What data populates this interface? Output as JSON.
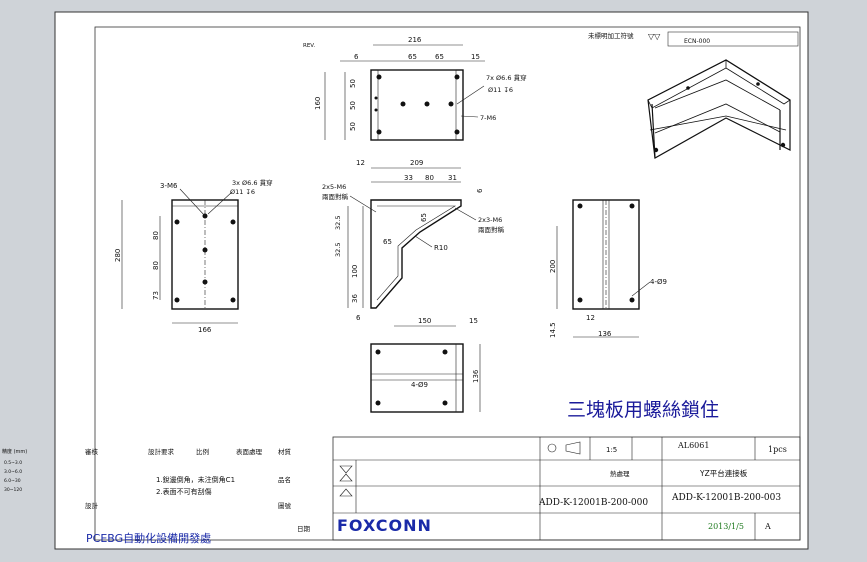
{
  "title_block": {
    "note_title": "三塊板用螺絲鎖住",
    "scale": "1:5",
    "material": "AL6061",
    "quantity": "1pcs",
    "part_name": "YZ平台連接板",
    "drawing_number_left": "ADD-K-12001B-200-000",
    "drawing_number_right": "ADD-K-12001B-200-003",
    "date": "2013/1/5",
    "revision": "A",
    "company_logo": "FOXCONN",
    "department": "PCEBG自動化設備開發處",
    "heat_treatment": "熱處理",
    "finish_note": "未標明加工符號",
    "ecn": "ECN-000",
    "drawn_label": "設計",
    "approved_label": "審核",
    "date_label": "日期",
    "notes": [
      "1.銳邊倒角，未注倒角C1",
      "2.表面不可有刮傷"
    ],
    "left_labels": [
      "設計要求",
      "比例",
      "表面處理",
      "材質",
      "品名",
      "圖號"
    ]
  },
  "views": {
    "top": {
      "rev_label": "REV.",
      "dims": [
        "216",
        "6",
        "65",
        "65",
        "15",
        "160",
        "50",
        "50",
        "50"
      ],
      "callouts": [
        "7x Ø6.6 貫穿",
        "Ø11 ↧6",
        "7-M6"
      ]
    },
    "front": {
      "dims": [
        "12",
        "209",
        "33",
        "80",
        "31",
        "6",
        "65",
        "65",
        "32.5",
        "32.5",
        "100",
        "36",
        "6"
      ],
      "callouts": [
        "2x5-M6",
        "兩面對稱",
        "2x3-M6",
        "兩面對稱",
        "R10"
      ]
    },
    "left": {
      "dims": [
        "280",
        "80",
        "80",
        "73",
        "166"
      ],
      "callouts": [
        "3-M6",
        "3x Ø6.6 貫穿",
        "Ø11 ↧6"
      ]
    },
    "right": {
      "dims": [
        "200",
        "12",
        "136",
        "14.5"
      ],
      "callouts": [
        "4-Ø9"
      ]
    },
    "bottom": {
      "dims": [
        "150",
        "15",
        "136"
      ],
      "callouts": [
        "4-Ø9"
      ]
    }
  },
  "tolerance_table": {
    "header": "精度 (mm)",
    "rows": [
      "0.5~3.0",
      "3.0~6.0",
      "6.0~30",
      "30~120"
    ]
  }
}
